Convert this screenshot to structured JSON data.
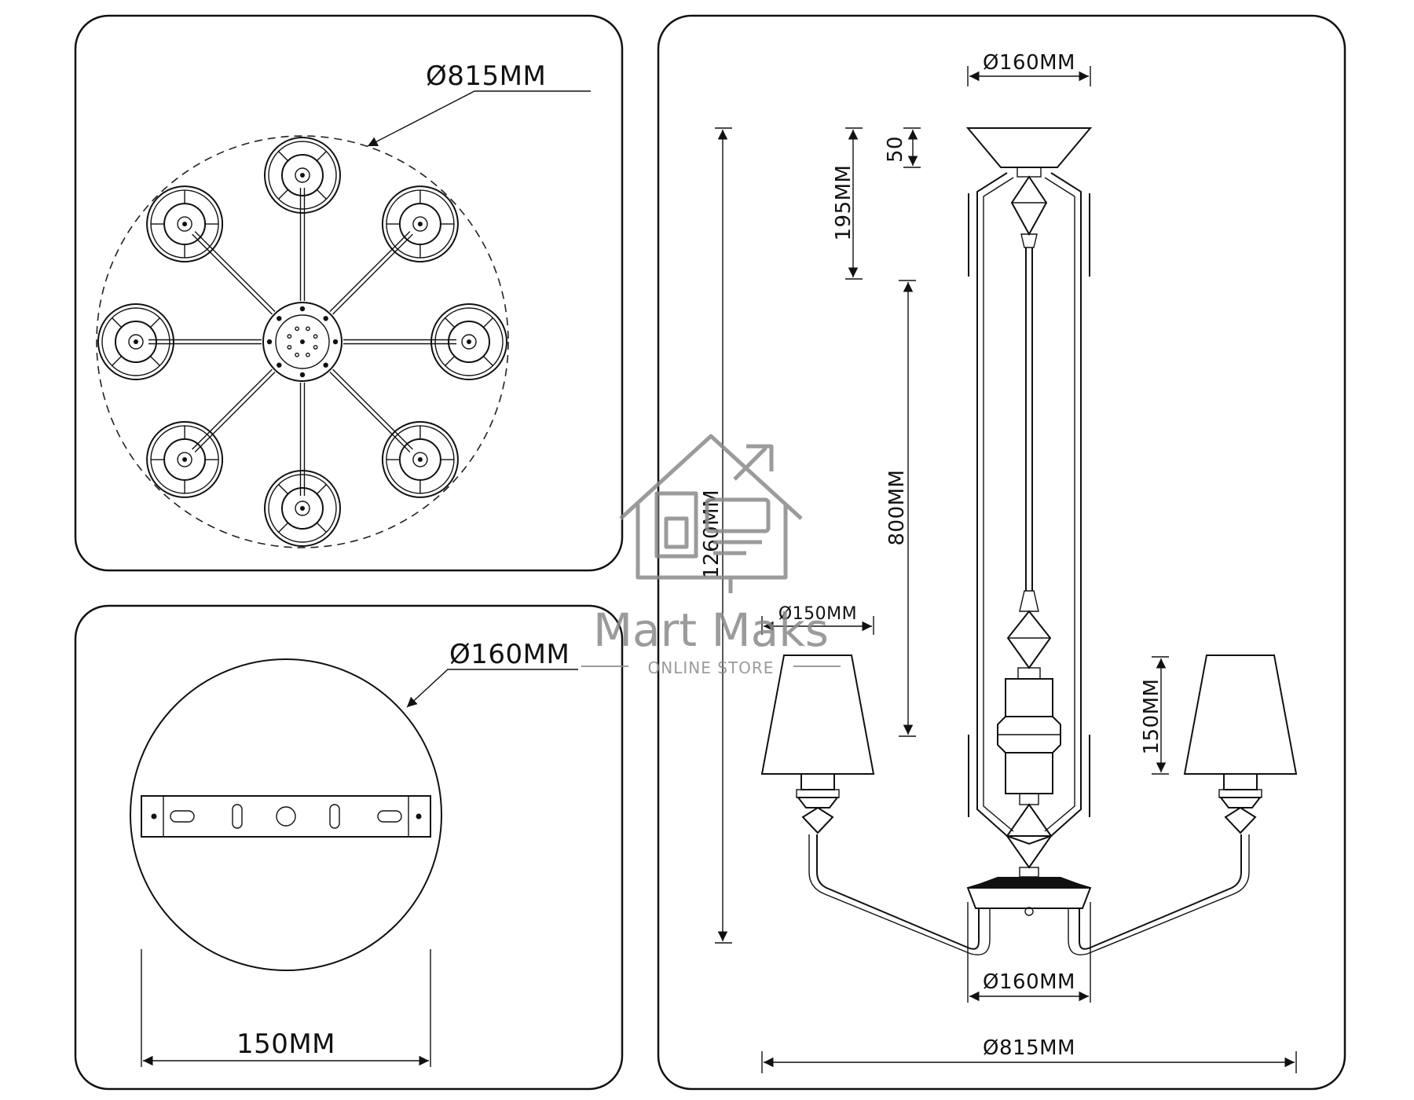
{
  "dimensions": {
    "top_view_diameter": "Ø815MM",
    "mount_plate_diameter": "Ø160MM",
    "mount_bracket_length": "150MM",
    "canopy_diameter": "Ø160MM",
    "height_50": "50",
    "height_195": "195MM",
    "height_800": "800MM",
    "height_total": "1260MM",
    "shade_diameter": "Ø150MM",
    "shade_height": "150MM",
    "bottom_hub_diameter": "Ø160MM",
    "overall_width": "Ø815MM"
  },
  "watermark": {
    "brand": "Mart Maks",
    "tagline": "ONLINE STORE"
  },
  "colors": {
    "line": "#111111",
    "watermark": "#8a8a8a",
    "background": "#ffffff"
  }
}
